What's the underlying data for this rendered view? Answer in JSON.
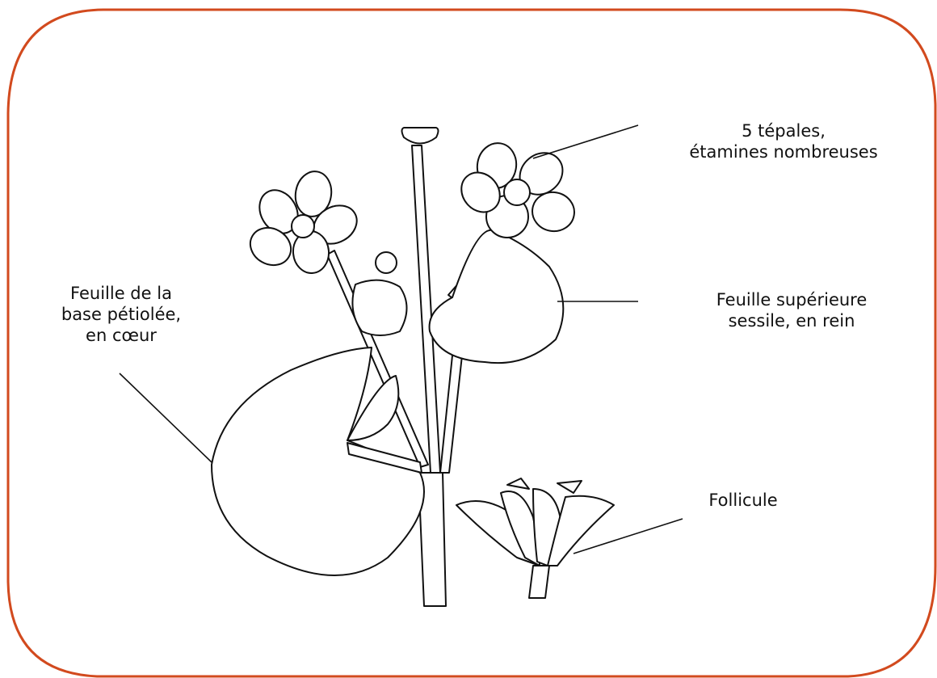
{
  "frame": {
    "border_color": "#d24a1e"
  },
  "labels": {
    "tepales": {
      "lines": [
        "5 tépales,",
        "étamines nombreuses"
      ]
    },
    "upper_leaf": {
      "lines": [
        "Feuille supérieure",
        "sessile, en rein"
      ]
    },
    "basal_leaf": {
      "lines": [
        "Feuille de la",
        "base pétiolée,",
        "en cœur"
      ]
    },
    "follicle": {
      "lines": [
        "Follicule"
      ]
    }
  }
}
